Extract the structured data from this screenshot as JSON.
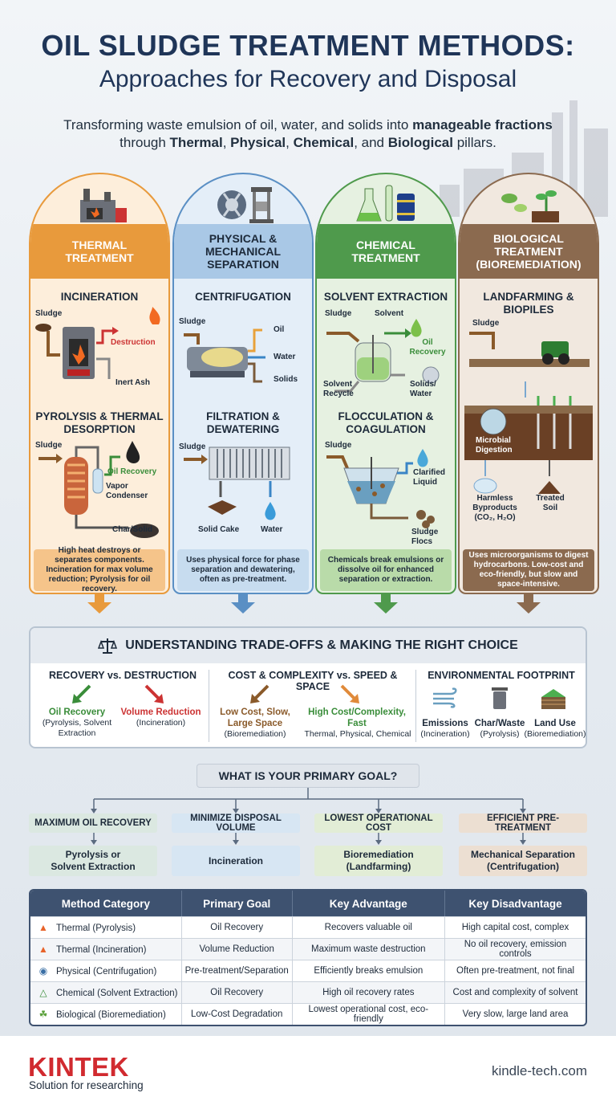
{
  "header": {
    "title": "OIL SLUDGE TREATMENT METHODS:",
    "subtitle": "Approaches for Recovery and Disposal",
    "intro_start": "Transforming waste emulsion of oil, water, and solids into ",
    "intro_b1": "manageable fractions",
    "intro_mid1": " through ",
    "intro_b2": "Thermal",
    "intro_c1": ", ",
    "intro_b3": "Physical",
    "intro_c2": ", ",
    "intro_b4": "Chemical",
    "intro_c3": ", and ",
    "intro_b5": "Biological",
    "intro_end": " pillars."
  },
  "colors": {
    "thermal": "#e89a3c",
    "physical": "#5a8fc4",
    "chemical": "#4f9a4c",
    "biological": "#8b6a4f",
    "navy": "#1f3558",
    "table_head": "#3e5270",
    "brand_red": "#d12a2f"
  },
  "pillars": [
    {
      "banner": "THERMAL TREATMENT",
      "icon": "incinerator-plant-icon",
      "s1": {
        "title": "INCINERATION",
        "l1": "Sludge",
        "l2": "Destruction",
        "l3": "Inert Ash"
      },
      "s2": {
        "title": "PYROLYSIS & THERMAL DESORPTION",
        "l1": "Sludge",
        "l2": "Oil Recovery",
        "l3": "Vapor Condenser",
        "l4": "Char/Solid"
      },
      "desc": "High heat destroys or separates components. Incineration for max volume reduction; Pyrolysis for oil recovery."
    },
    {
      "banner": "PHYSICAL & MECHANICAL SEPARATION",
      "icon": "centrifuge-press-icon",
      "s1": {
        "title": "CENTRIFUGATION",
        "l1": "Sludge",
        "l2": "Oil",
        "l3": "Water",
        "l4": "Solids"
      },
      "s2": {
        "title": "FILTRATION & DEWATERING",
        "l1": "Sludge",
        "l2": "Solid Cake",
        "l3": "Water"
      },
      "desc": "Uses physical force for phase separation and dewatering, often as pre-treatment."
    },
    {
      "banner": "CHEMICAL TREATMENT",
      "icon": "flask-barrel-icon",
      "s1": {
        "title": "SOLVENT EXTRACTION",
        "l1": "Sludge",
        "l2": "Solvent",
        "l3": "Oil Recovery",
        "l4": "Solvent Recycle",
        "l5": "Solids/ Water"
      },
      "s2": {
        "title": "FLOCCULATION & COAGULATION",
        "l1": "Sludge",
        "l2": "Clarified Liquid",
        "l3": "Sludge Flocs"
      },
      "desc": "Chemicals break emulsions or dissolve oil for enhanced separation or extraction."
    },
    {
      "banner": "BIOLOGICAL TREATMENT (BIOREMEDIATION)",
      "icon": "microbe-plant-icon",
      "s1": {
        "title": "LANDFARMING & BIOPILES",
        "l1": "Sludge"
      },
      "s2": {
        "l1": "Microbial Digestion",
        "l2": "Harmless Byproducts",
        "l3": "(CO₂, H₂O)",
        "l4": "Treated Soil"
      },
      "desc": "Uses microorganisms to digest hydrocarbons. Low-cost and eco-friendly, but slow and space-intensive."
    }
  ],
  "tradeoffs": {
    "title": "UNDERSTANDING TRADE-OFFS & MAKING THE RIGHT CHOICE",
    "c1": {
      "head": "RECOVERY vs. DESTRUCTION",
      "a": "Oil Recovery",
      "a_sub": "(Pyrolysis, Solvent Extraction",
      "b": "Volume Reduction",
      "b_sub": "(Incineration)"
    },
    "c2": {
      "head": "COST & COMPLEXITY vs. SPEED & SPACE",
      "a": "Low Cost, Slow, Large Space",
      "a_sub": "(Bioremediation)",
      "b": "High Cost/Complexity, Fast",
      "b_sub": "Thermal, Physical, Chemical"
    },
    "c3": {
      "head": "ENVIRONMENTAL FOOTPRINT",
      "a": "Emissions",
      "a_sub": "(Incineration)",
      "b": "Char/Waste",
      "b_sub": "(Pyrolysis)",
      "c": "Land Use",
      "c_sub": "(Bioremediation)"
    }
  },
  "goal": {
    "question": "WHAT IS YOUR PRIMARY GOAL?",
    "goals": [
      "MAXIMUM OIL RECOVERY",
      "MINIMIZE DISPOSAL VOLUME",
      "LOWEST OPERATIONAL COST",
      "EFFICIENT PRE-TREATMENT"
    ],
    "results": [
      [
        "Pyrolysis or",
        "Solvent Extraction"
      ],
      [
        "Incineration",
        ""
      ],
      [
        "Bioremediation",
        "(Landfarming)"
      ],
      [
        "Mechanical Separation",
        "(Centrifugation)"
      ]
    ]
  },
  "table": {
    "headers": [
      "Method Category",
      "Primary Goal",
      "Key Advantage",
      "Key Disadvantage"
    ],
    "rows": [
      [
        "Thermal (Pyrolysis)",
        "Oil Recovery",
        "Recovers valuable oil",
        "High capital cost, complex"
      ],
      [
        "Thermal (Incineration)",
        "Volume Reduction",
        "Maximum waste destruction",
        "No oil recovery, emission controls"
      ],
      [
        "Physical (Centrifugation)",
        "Pre-treatment/Separation",
        "Efficiently breaks emulsion",
        "Often pre-treatment, not final"
      ],
      [
        "Chemical (Solvent Extraction)",
        "Oil Recovery",
        "High oil recovery rates",
        "Cost and complexity of solvent"
      ],
      [
        "Biological (Bioremediation)",
        "Low-Cost Degradation",
        "Lowest operational cost, eco-friendly",
        "Very slow, large land area"
      ]
    ]
  },
  "footer": {
    "brand": "KINTEK",
    "tagline": "Solution for researching",
    "site": "kindle-tech.com"
  }
}
